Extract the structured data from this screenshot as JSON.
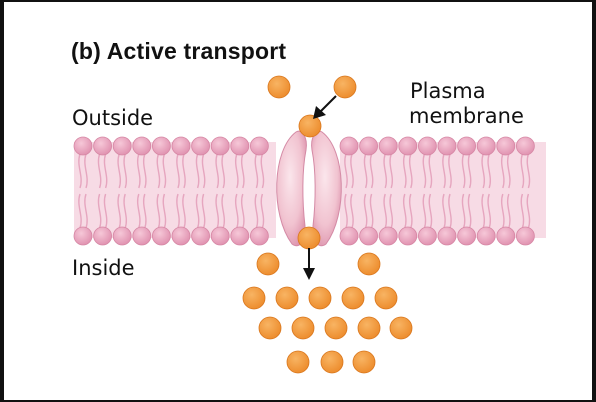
{
  "figure": {
    "title": "(b) Active transport",
    "labels": {
      "outside": "Outside",
      "inside": "Inside",
      "membrane_line1": "Plasma",
      "membrane_line2": "membrane"
    }
  },
  "colors": {
    "background": "#ffffff",
    "lipid_head": "#e8a3bd",
    "lipid_tail": "#f4d3df",
    "protein": "#f1c3d0",
    "molecule": "#f0993a",
    "molecule_outline": "#d9761c",
    "text": "#111111"
  },
  "molecules": {
    "outside_count": 3,
    "inside_count": 16
  }
}
